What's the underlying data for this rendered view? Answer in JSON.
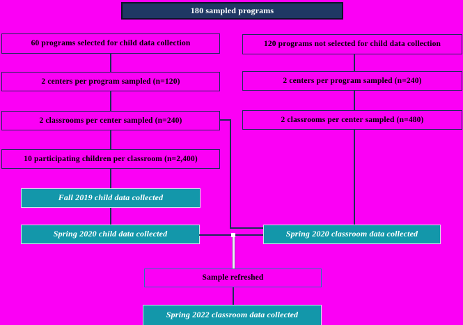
{
  "diagram": {
    "title": "Sampling design flowchart",
    "colors": {
      "background": "#fb00f5",
      "navy_box": "#1f3864",
      "teal_box": "#1397aa",
      "box_border": "#1e2d55",
      "blue_outline": "#2e74b5",
      "connector": "#1e2d55",
      "light_connector": "#ebebf2"
    },
    "nodes": {
      "root": {
        "label": "180 sampled programs"
      },
      "left_column": [
        {
          "label": "60 programs selected for child data collection"
        },
        {
          "label": "2 centers per program sampled (n=120)"
        },
        {
          "label": "2 classrooms per center sampled (n=240)"
        },
        {
          "label": "10 participating children per classroom (n=2,400)"
        }
      ],
      "right_column": [
        {
          "label": "120 programs not selected for child data collection"
        },
        {
          "label": "2 centers per program sampled (n=240)"
        },
        {
          "label": "2 classrooms per center sampled (n=480)"
        }
      ],
      "teal_left": [
        {
          "label": "Fall 2019 child data collected"
        },
        {
          "label": "Spring 2020 child data collected"
        }
      ],
      "teal_right": {
        "label": "Spring 2020 classroom data collected"
      },
      "sample_refreshed": {
        "label": "Sample refreshed"
      },
      "spring_2022": {
        "label": "Spring 2022 classroom data collected"
      }
    }
  }
}
